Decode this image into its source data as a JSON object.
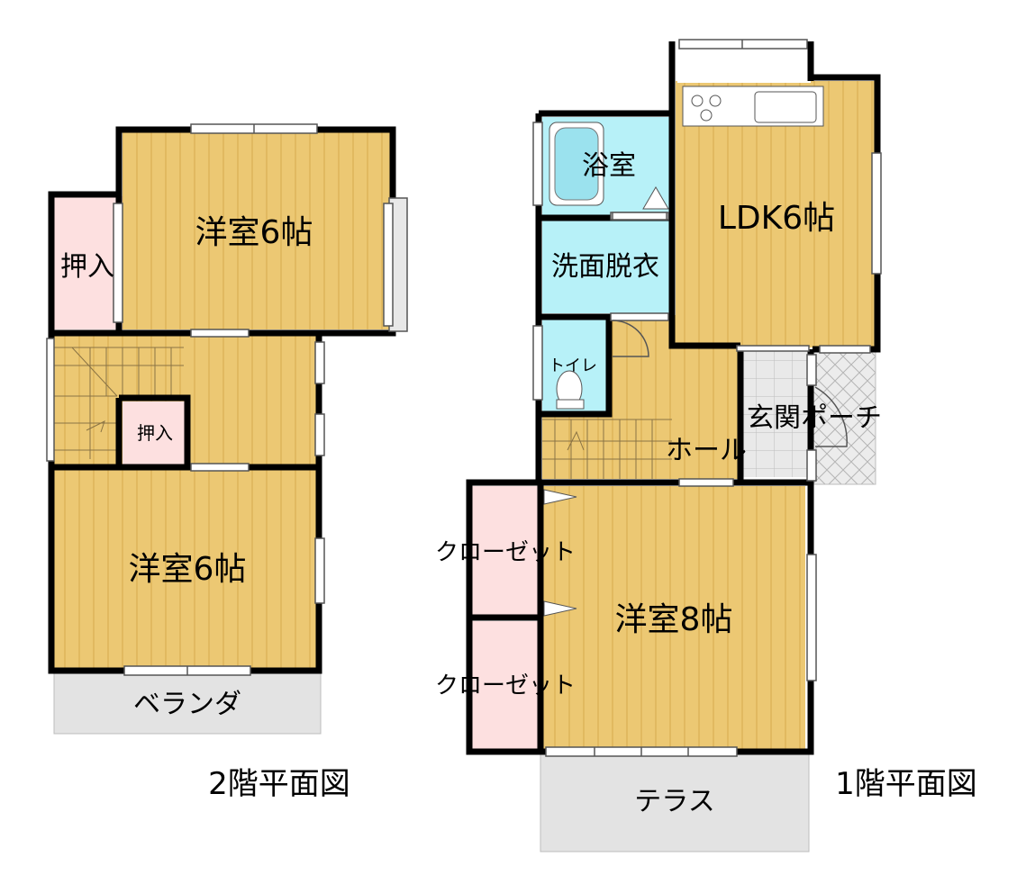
{
  "floor2": {
    "caption": "2階平面図",
    "rooms": {
      "bedroom_top": "洋室6帖",
      "closet_left": "押入",
      "closet_small": "押入",
      "bedroom_bottom": "洋室6帖",
      "balcony": "ベランダ"
    }
  },
  "floor1": {
    "caption": "1階平面図",
    "rooms": {
      "bath": "浴室",
      "washroom": "洗面脱衣",
      "toilet": "トイレ",
      "ldk": "LDK6帖",
      "entrance": "玄関ポーチ",
      "hall": "ホール",
      "closet_1": "クローゼット",
      "closet_2": "クローゼット",
      "bedroom": "洋室8帖",
      "terrace": "テラス"
    }
  },
  "colors": {
    "wood_floor": "#ecc873",
    "wood_line": "#d6aa4e",
    "closet": "#fde0e0",
    "wet_area": "#b7f1f8",
    "outdoor": "#e3e3e3",
    "wall": "#000000"
  }
}
